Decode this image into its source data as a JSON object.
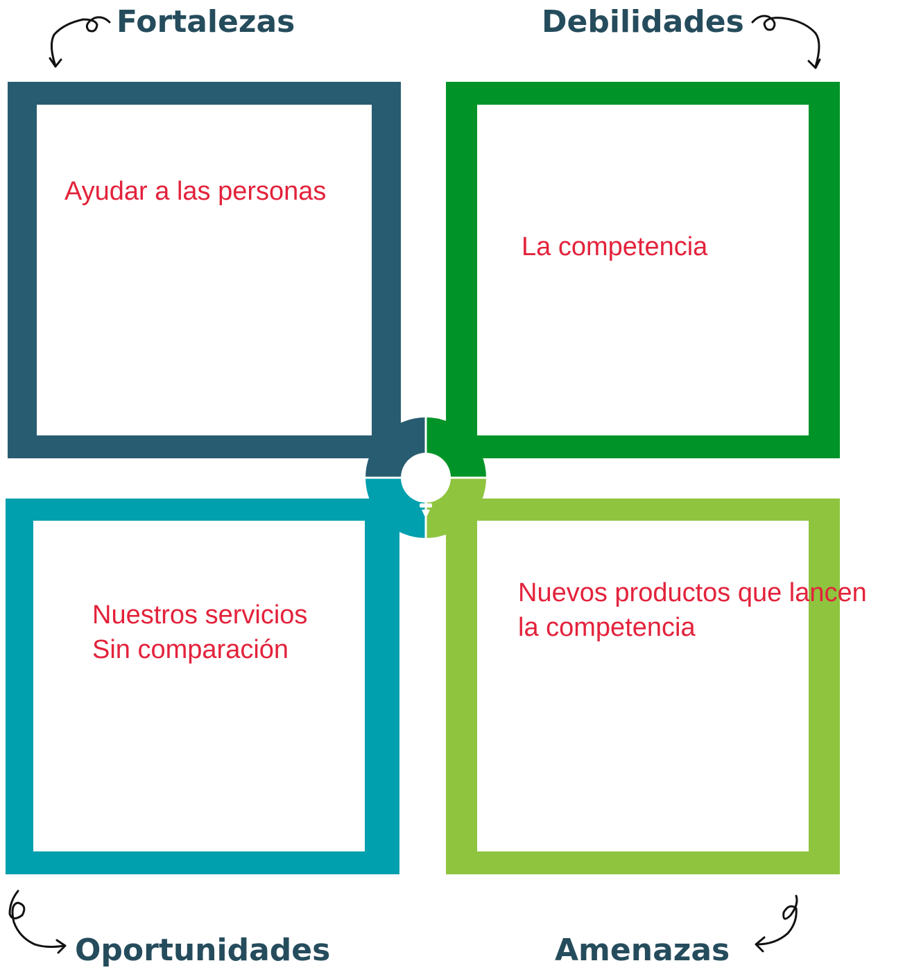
{
  "quadrants": [
    {
      "heading": "Fortalezas",
      "note": "Ayudar a las personas",
      "color": "#285c70"
    },
    {
      "heading": "Debilidades",
      "note": "La competencia",
      "color": "#009428"
    },
    {
      "heading": "Oportunidades",
      "note_lines": [
        "Nuestros servicios",
        "Sin comparación"
      ],
      "color": "#01a0ae"
    },
    {
      "heading": "Amenazas",
      "note_lines": [
        "Nuevos productos que lancen",
        "la competencia"
      ],
      "color": "#8fc43f"
    }
  ],
  "heading_color": "#254c5c",
  "note_color": "#e3223b",
  "center_icon": "lightbulb-icon"
}
